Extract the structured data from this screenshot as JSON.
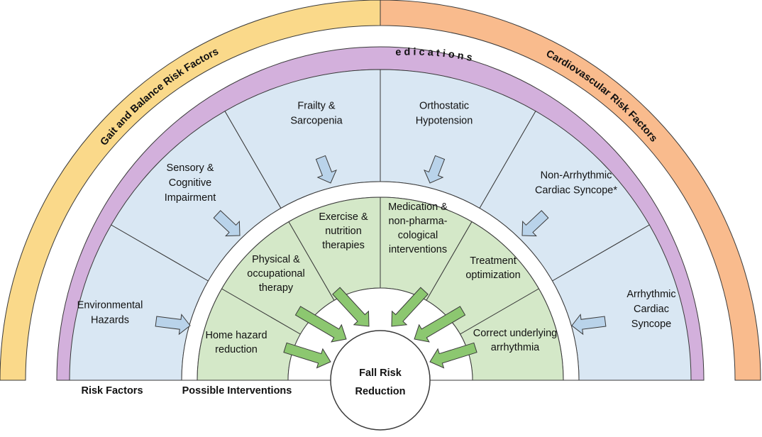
{
  "colors": {
    "gait_band": "#fad98a",
    "cardio_band": "#f9bb8d",
    "medications_band": "#d3b0dc",
    "risk_factor_cell": "#d9e7f3",
    "intervention_cell": "#d4e8c8",
    "blue_arrow": "#b9d3ea",
    "green_arrow": "#8cc770",
    "outline": "#3a3a3a"
  },
  "outer_bands": {
    "left": "Gait and Balance Risk Factors",
    "right": "Cardiovascular Risk Factors",
    "middle": "Medications"
  },
  "risk_factors": [
    {
      "lines": [
        "Environmental",
        "Hazards"
      ]
    },
    {
      "lines": [
        "Sensory &",
        "Cognitive",
        "Impairment"
      ]
    },
    {
      "lines": [
        "Frailty &",
        "Sarcopenia"
      ]
    },
    {
      "lines": [
        "Orthostatic",
        "Hypotension"
      ]
    },
    {
      "lines": [
        "Non-Arrhythmic",
        "Cardiac Syncope*"
      ]
    },
    {
      "lines": [
        "Arrhythmic",
        "Cardiac",
        "Syncope"
      ]
    }
  ],
  "interventions": [
    {
      "lines": [
        "Home hazard",
        "reduction"
      ]
    },
    {
      "lines": [
        "Physical &",
        "occupational",
        "therapy"
      ]
    },
    {
      "lines": [
        "Exercise &",
        "nutrition",
        "therapies"
      ]
    },
    {
      "lines": [
        "Medication &",
        "non-pharma-",
        "cological",
        "interventions"
      ]
    },
    {
      "lines": [
        "Treatment",
        "optimization"
      ]
    },
    {
      "lines": [
        "Correct underlying",
        "arrhythmia"
      ]
    }
  ],
  "center": {
    "line1": "Fall Risk",
    "line2": "Reduction"
  },
  "bottom_labels": {
    "risk_factors": "Risk Factors",
    "possible_interventions": "Possible Interventions"
  }
}
